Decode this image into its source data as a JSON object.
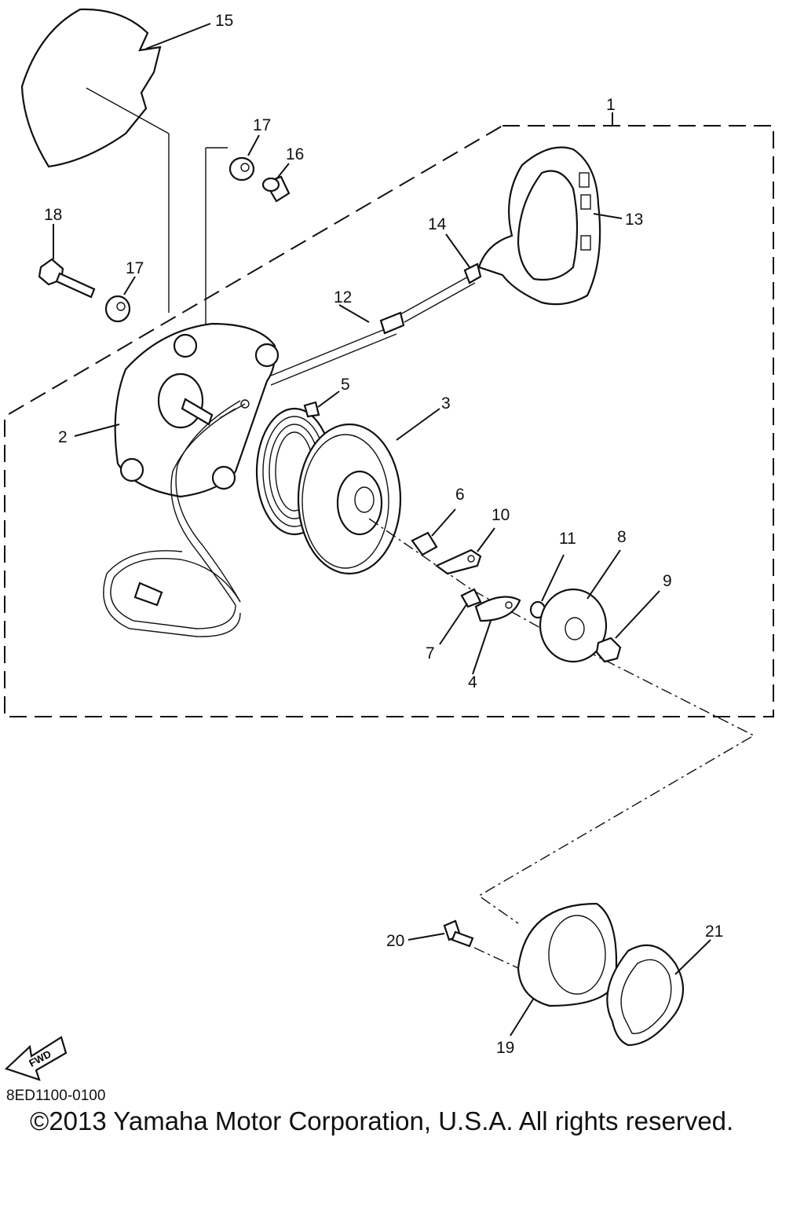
{
  "callouts": {
    "c1": "1",
    "c2": "2",
    "c3": "3",
    "c4": "4",
    "c5": "5",
    "c6": "6",
    "c7": "7",
    "c8": "8",
    "c9": "9",
    "c10": "10",
    "c11": "11",
    "c12": "12",
    "c13": "13",
    "c14": "14",
    "c15": "15",
    "c16": "16",
    "c17a": "17",
    "c17b": "17",
    "c18": "18",
    "c19": "19",
    "c20": "20",
    "c21": "21"
  },
  "fwd_label": "FWD",
  "drawing_code": "8ED1100-0100",
  "copyright": "©2013 Yamaha Motor Corporation, U.S.A. All rights reserved."
}
